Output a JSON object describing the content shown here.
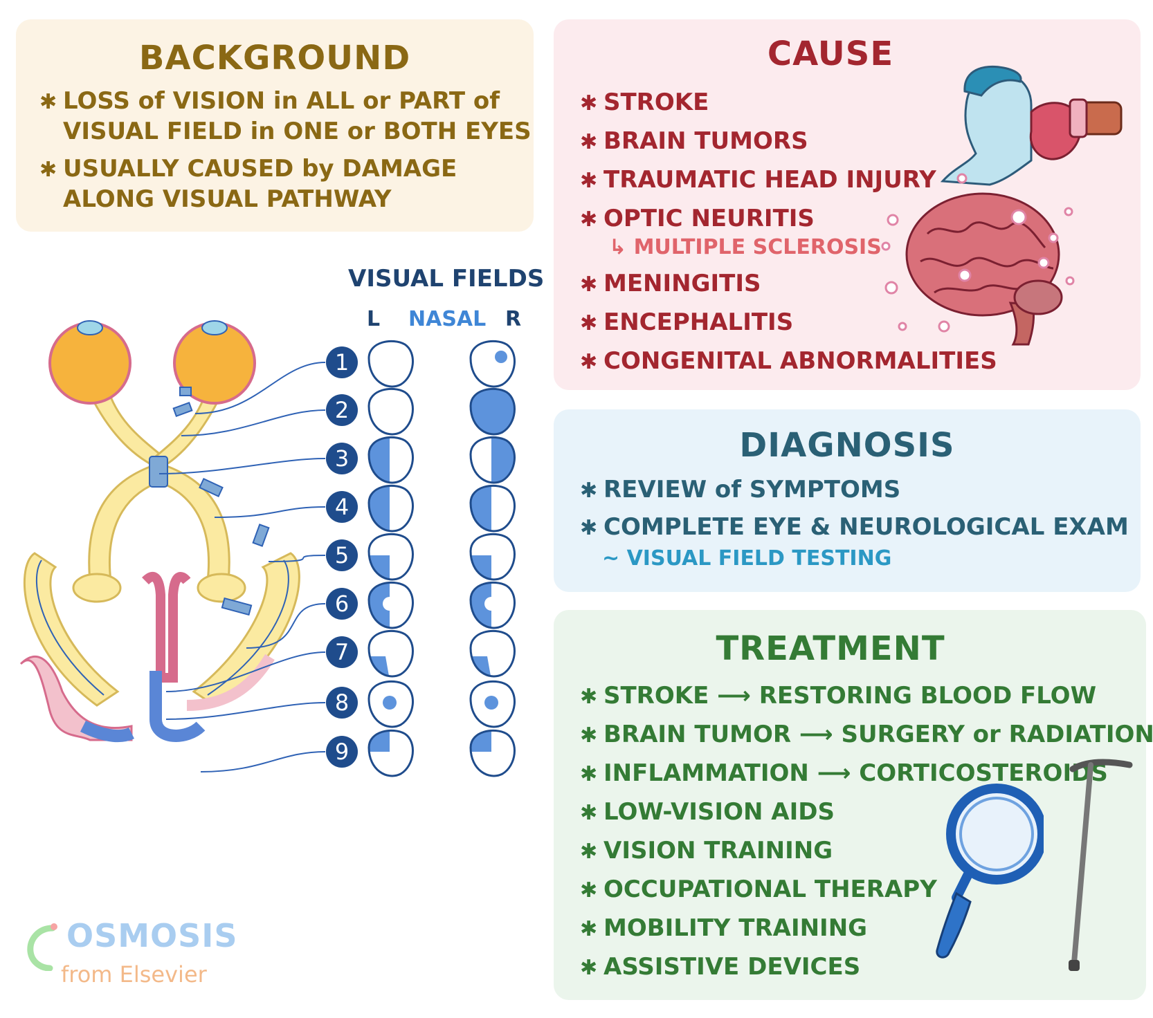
{
  "background": {
    "title": "BACKGROUND",
    "items": [
      {
        "line1": "LOSS of VISION in ALL or PART of",
        "line2": "VISUAL FIELD in ONE or BOTH EYES"
      },
      {
        "line1": "USUALLY CAUSED by DAMAGE",
        "line2": "ALONG VISUAL PATHWAY"
      }
    ]
  },
  "cause": {
    "title": "CAUSE",
    "items": [
      "STROKE",
      "BRAIN TUMORS",
      "TRAUMATIC HEAD INJURY",
      "OPTIC NEURITIS",
      "MENINGITIS",
      "ENCEPHALITIS",
      "CONGENITAL ABNORMALITIES"
    ],
    "optic_sub": "↳ MULTIPLE SCLEROSIS"
  },
  "diagnosis": {
    "title": "DIAGNOSIS",
    "items": [
      "REVIEW of SYMPTOMS",
      "COMPLETE EYE & NEUROLOGICAL EXAM"
    ],
    "sub": "~ VISUAL FIELD TESTING"
  },
  "treatment": {
    "title": "TREATMENT",
    "items": [
      "STROKE ⟶ RESTORING BLOOD FLOW",
      "BRAIN TUMOR ⟶ SURGERY or RADIATION",
      "INFLAMMATION ⟶ CORTICOSTEROIDS",
      "LOW-VISION AIDS",
      "VISION TRAINING",
      "OCCUPATIONAL THERAPY",
      "MOBILITY TRAINING",
      "ASSISTIVE DEVICES"
    ]
  },
  "visual_fields": {
    "title": "VISUAL FIELDS",
    "left_label": "L",
    "nasal_label": "NASAL",
    "right_label": "R",
    "numbers": [
      "1",
      "2",
      "3",
      "4",
      "5",
      "6",
      "7",
      "8",
      "9"
    ]
  },
  "logo": {
    "name": "OSMOSIS",
    "sub": "from Elsevier"
  },
  "colors": {
    "blue_fill": "#5d93dc",
    "outline": "#1f4c8c",
    "number_circle": "#1f4c8c"
  }
}
